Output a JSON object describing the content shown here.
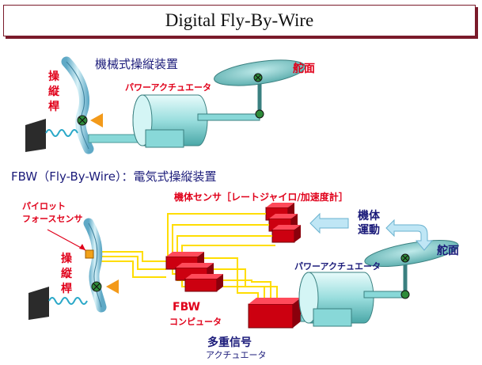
{
  "title": "Digital Fly-By-Wire",
  "top_section": {
    "system_label": "機械式操縦装置",
    "control_stick": "操縦桿",
    "power_actuator": "パワーアクチュエータ",
    "control_surface": "舵面"
  },
  "bottom_section": {
    "system_label": "FBW（Fly-By-Wire）：電気式操縦装置",
    "sensor": "機体センサ［レートジャイロ/加速度計］",
    "pilot_force_sensor_line1": "パイロット",
    "pilot_force_sensor_line2": "フォースセンサ",
    "control_stick": "操縦桿",
    "fbw_computer_line1": "FBW",
    "fbw_computer_line2": "コンピュータ",
    "multiplex_actuator_line1": "多重信号",
    "multiplex_actuator_line2": "アクチュエータ",
    "power_actuator": "パワーアクチュエータ",
    "aircraft_motion_line1": "機体",
    "aircraft_motion_line2": "運動",
    "control_surface": "舵面"
  },
  "colors": {
    "accent_red": "#e0001a",
    "navy_text": "#1b1b7a",
    "mechanical_teal": "#88d8d8",
    "wire_yellow": "#ffdd00",
    "box_red": "#cc0010",
    "arrow_blue": "#bfe6f5",
    "title_border": "#7a1a2a"
  }
}
